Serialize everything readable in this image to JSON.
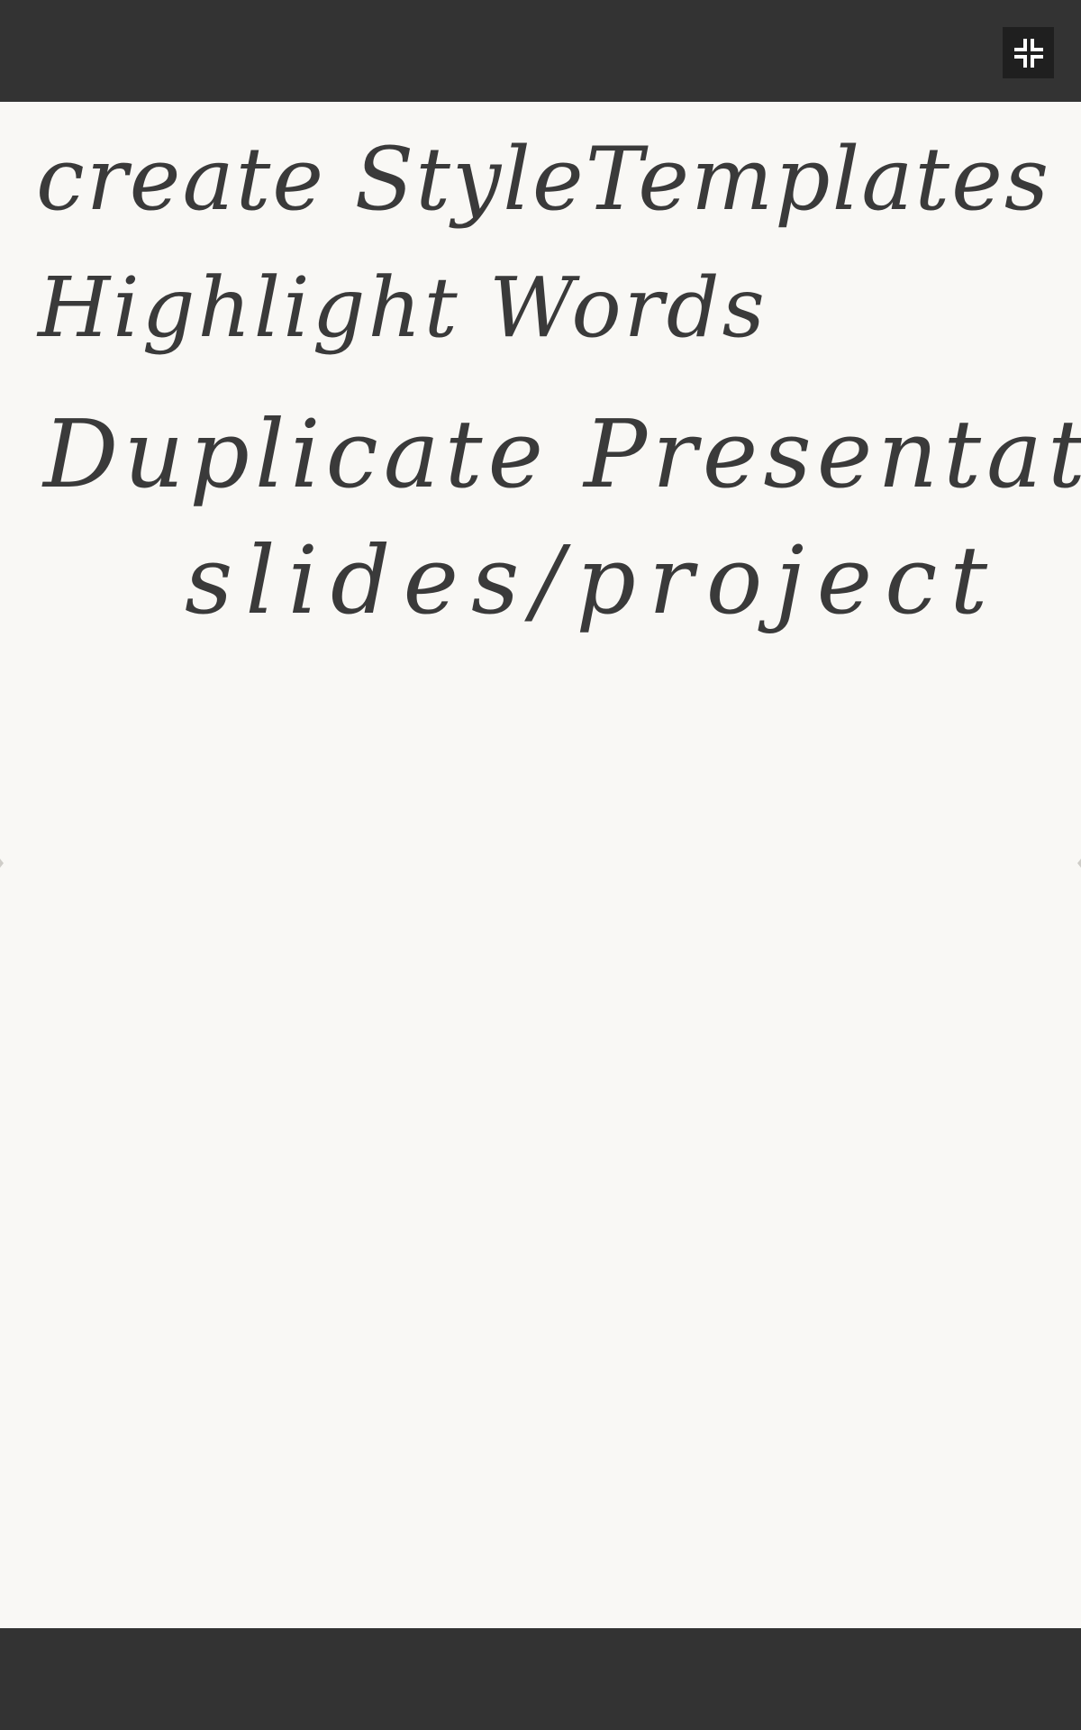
{
  "toolbar": {
    "exit_fullscreen_icon": "exit-fullscreen-icon"
  },
  "canvas": {
    "background": "#f9f8f5",
    "ink_color": "#3a3a3a",
    "lines": [
      "create StyleTemplates",
      "Highlight Words",
      "Duplicate Presentations/",
      "slides/project"
    ]
  },
  "colors": {
    "chrome": "#333333",
    "button": "#1f1f1f"
  }
}
